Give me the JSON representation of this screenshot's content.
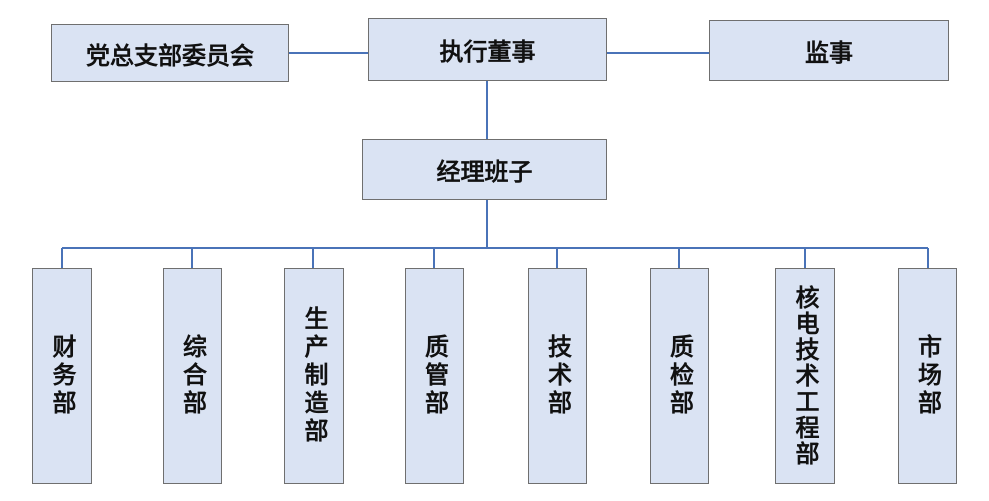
{
  "top_row": {
    "party": "党总支部委员会",
    "director": "执行董事",
    "supervisor": "监事"
  },
  "manager": "经理班子",
  "departments": [
    {
      "label": "财务部"
    },
    {
      "label": "综合部"
    },
    {
      "label": "生产制造部"
    },
    {
      "label": "质管部"
    },
    {
      "label": "技术部"
    },
    {
      "label": "质检部"
    },
    {
      "label": "核电技术工程部"
    },
    {
      "label": "市场部"
    }
  ],
  "colors": {
    "box_fill": "#dae3f3",
    "box_border": "#6f6f6f",
    "connector": "#4a73b8"
  }
}
